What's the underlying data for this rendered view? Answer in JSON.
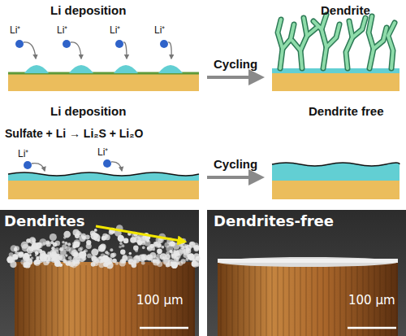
{
  "diagram": {
    "nodes": [
      {
        "text": [
          "Dendrites",
          "100 µm"
        ]
      },
      {
        "text": [
          "Dendrites-free",
          "100 µm"
        ]
      }
    ],
    "labels": [
      "Li deposition",
      "Li⁺",
      "Li⁺",
      "Li⁺",
      "Li⁺",
      "Cycling",
      "Dendrite",
      "Li deposition",
      "Sulfate + Li → Li₂S + Li₂O",
      "Li⁺",
      "Li⁺",
      "Cycling",
      "Dendrite free"
    ]
  }
}
